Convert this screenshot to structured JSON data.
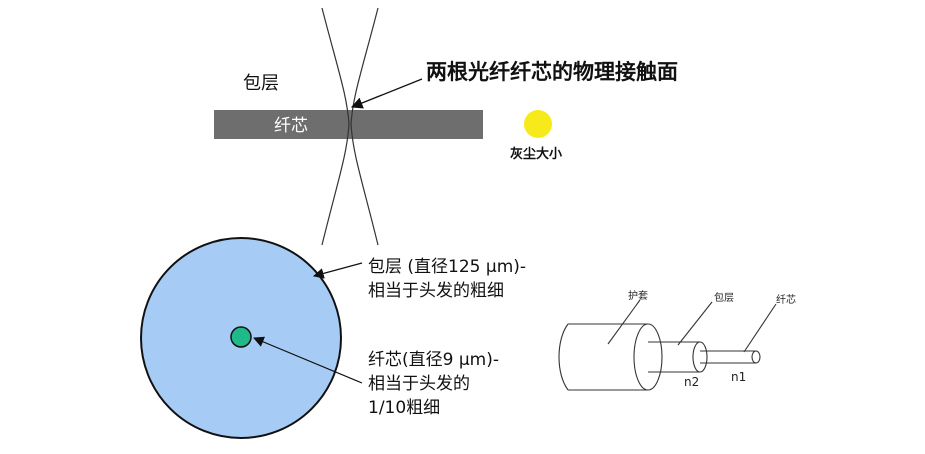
{
  "top_diagram": {
    "cladding_label": "包层",
    "core_label": "纤芯",
    "contact_label": "两根光纤纤芯的物理接触面",
    "dust_label": "灰尘大小",
    "colors": {
      "core_bar": "#6e6e6e",
      "dust": "#f7ea1b"
    }
  },
  "cross_section": {
    "cladding_line1": "包层 (直径125 μm)-",
    "cladding_line2": "相当于头发的粗细",
    "core_line1": "纤芯(直径9 μm)-",
    "core_line2": "相当于头发的",
    "core_line3": "1/10粗细",
    "colors": {
      "cladding": "#a6ccf6",
      "core": "#1fb98a"
    }
  },
  "cable_sketch": {
    "jacket_label": "护套",
    "cladding_label": "包层",
    "core_label": "纤芯",
    "n2": "n2",
    "n1": "n1"
  }
}
